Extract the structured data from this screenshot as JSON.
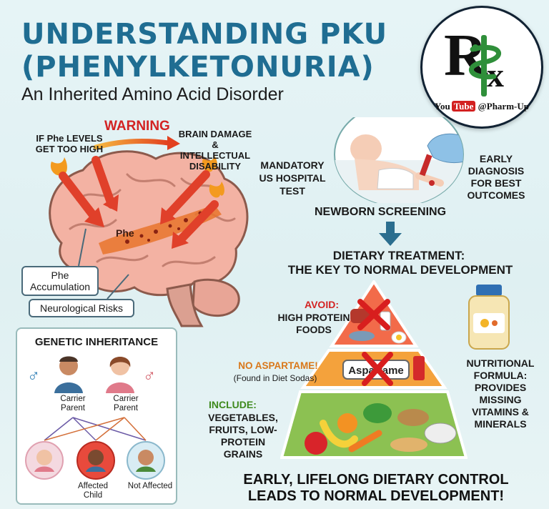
{
  "header": {
    "title_line1": "UNDERSTANDING PKU",
    "title_line2": "(PHENYLKETONURIA)",
    "subtitle": "An Inherited Amino Acid Disorder"
  },
  "logo": {
    "channel_prefix": "You",
    "channel_tube": "Tube",
    "channel_handle": "@Pharm-Up"
  },
  "brain": {
    "warning": "WARNING",
    "trigger": "IF Phe LEVELS GET TOO HIGH",
    "effect": "BRAIN DAMAGE & INTELLECTUAL DISABILITY",
    "phe_label": "Phe",
    "accumulation": "Phe Accumulation",
    "neuro_risks": "Neurological Risks"
  },
  "screening": {
    "mandatory": "MANDATORY US HOSPITAL TEST",
    "early": "EARLY DIAGNOSIS FOR BEST OUTCOMES",
    "title": "NEWBORN SCREENING"
  },
  "diet": {
    "title_line1": "DIETARY TREATMENT:",
    "title_line2": "THE KEY TO NORMAL DEVELOPMENT",
    "avoid_head": "AVOID:",
    "avoid_text": "HIGH PROTEIN FOODS",
    "no_aspartame_head": "NO ASPARTAME!",
    "no_aspartame_text": "(Found in Diet Sodas)",
    "aspartame_sign": "Aspartame",
    "include_head": "INCLUDE:",
    "include_text": "VEGETABLES, FRUITS, LOW-PROTEIN GRAINS",
    "formula": "NUTRITIONAL FORMULA: PROVIDES MISSING VITAMINS & MINERALS"
  },
  "bottom": {
    "line1": "EARLY, LIFELONG DIETARY CONTROL",
    "line2": "LEADS TO NORMAL DEVELOPMENT!"
  },
  "genetics": {
    "title": "GENETIC INHERITANCE",
    "male_symbol": "♂",
    "female_symbol": "♂",
    "parent1": "Carrier Parent",
    "parent2": "Carrier Parent",
    "affected": "Affected Child",
    "not_affected": "Not Affected"
  },
  "colors": {
    "title_blue": "#1f6d92",
    "warning_red": "#d32323",
    "aspartame_orange": "#d9781a",
    "include_green": "#3f8a1e"
  }
}
